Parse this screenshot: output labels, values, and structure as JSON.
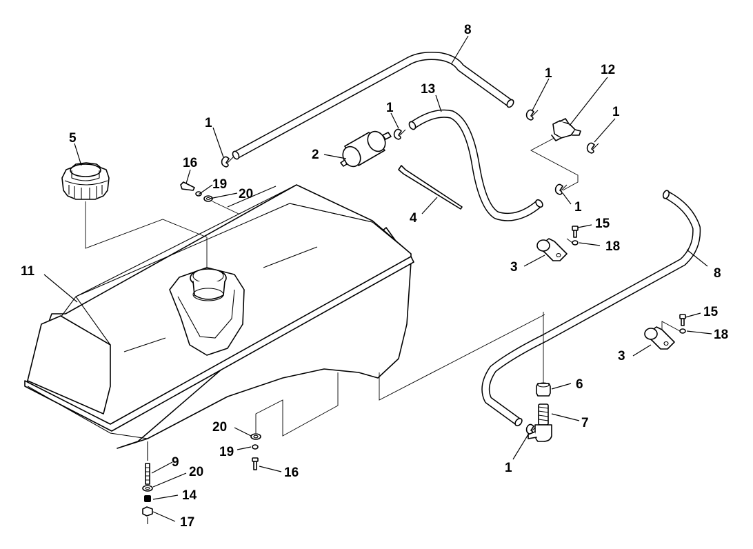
{
  "callouts": {
    "c1": "1",
    "c2": "2",
    "c3": "3",
    "c4": "4",
    "c5": "5",
    "c6": "6",
    "c7": "7",
    "c8": "8",
    "c9": "9",
    "c11": "11",
    "c12": "12",
    "c13": "13",
    "c14": "14",
    "c15": "15",
    "c16": "16",
    "c17": "17",
    "c18": "18",
    "c19": "19",
    "c20": "20"
  }
}
